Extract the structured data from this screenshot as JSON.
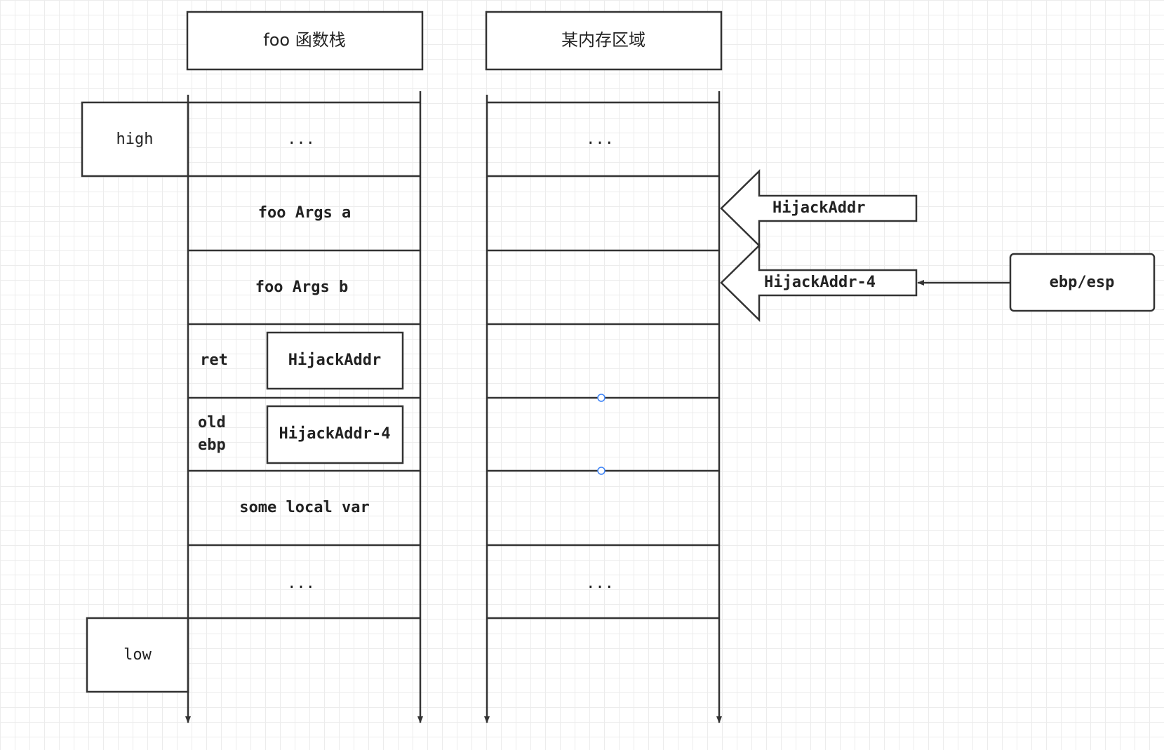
{
  "headers": {
    "foo_stack": "foo 函数栈",
    "memory_region": "某内存区域"
  },
  "labels": {
    "high": "high",
    "low": "low"
  },
  "foo_stack": {
    "row0": "...",
    "row1": "foo Args a",
    "row2": "foo Args b",
    "row3_label": "ret",
    "row3_value": "HijackAddr",
    "row4_label_line1": "old",
    "row4_label_line2": "ebp",
    "row4_value": "HijackAddr-4",
    "row5": "some local var",
    "row6": "..."
  },
  "memory_region": {
    "row0": "...",
    "row6": "..."
  },
  "pointers": {
    "arrow_upper": "HijackAddr",
    "arrow_lower": "HijackAddr-4",
    "register_box": "ebp/esp"
  }
}
